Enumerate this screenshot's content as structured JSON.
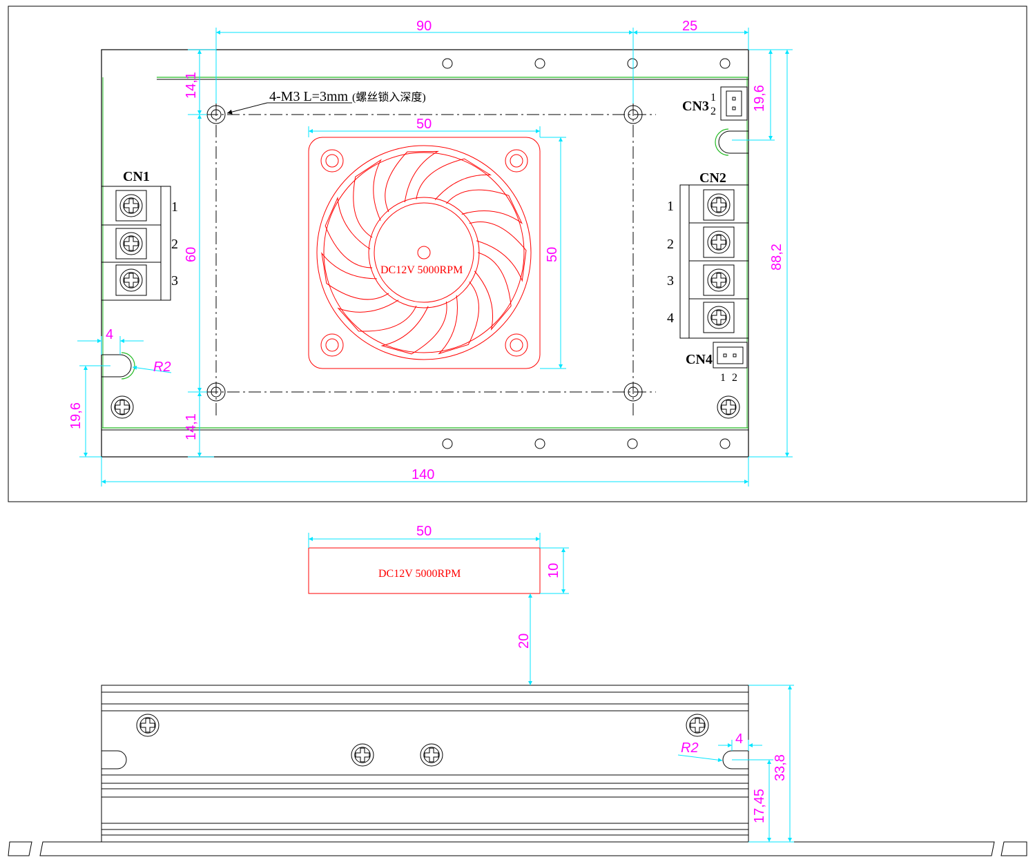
{
  "colors": {
    "outline": "#000000",
    "dimension": "#00e5ff",
    "dimension_text": "#ff00ff",
    "fan": "#ff0000",
    "board_edge": "#22bb22"
  },
  "top_view": {
    "dims": {
      "hole_spacing_x": "90",
      "right_offset": "25",
      "fan_width_top": "50",
      "fan_height": "50",
      "hole_spacing_y": "60",
      "edge_top": "14,1",
      "edge_bottom": "14,1",
      "right_slot": "19,6",
      "total_height": "88,2",
      "slot_width": "4",
      "slot_radius": "R2",
      "left_slot": "19,6",
      "total_width": "140"
    },
    "mount_note": {
      "main": "4-M3  L=3mm",
      "sub": "(螺丝锁入深度)"
    },
    "fan_label": "DC12V  5000RPM",
    "cn1": {
      "label": "CN1",
      "pins": [
        "1",
        "2",
        "3"
      ]
    },
    "cn2": {
      "label": "CN2",
      "pins": [
        "1",
        "2",
        "3",
        "4"
      ]
    },
    "cn3": {
      "label": "CN3",
      "pins": [
        "1",
        "2"
      ]
    },
    "cn4": {
      "label": "CN4",
      "pins": [
        "1",
        "2"
      ]
    }
  },
  "side_view": {
    "dims": {
      "fan_width": "50",
      "fan_thickness": "10",
      "fan_gap": "20",
      "slot_width": "4",
      "slot_radius": "R2",
      "total_height": "33,8",
      "slot_height": "17,45"
    },
    "fan_label": "DC12V  5000RPM"
  }
}
